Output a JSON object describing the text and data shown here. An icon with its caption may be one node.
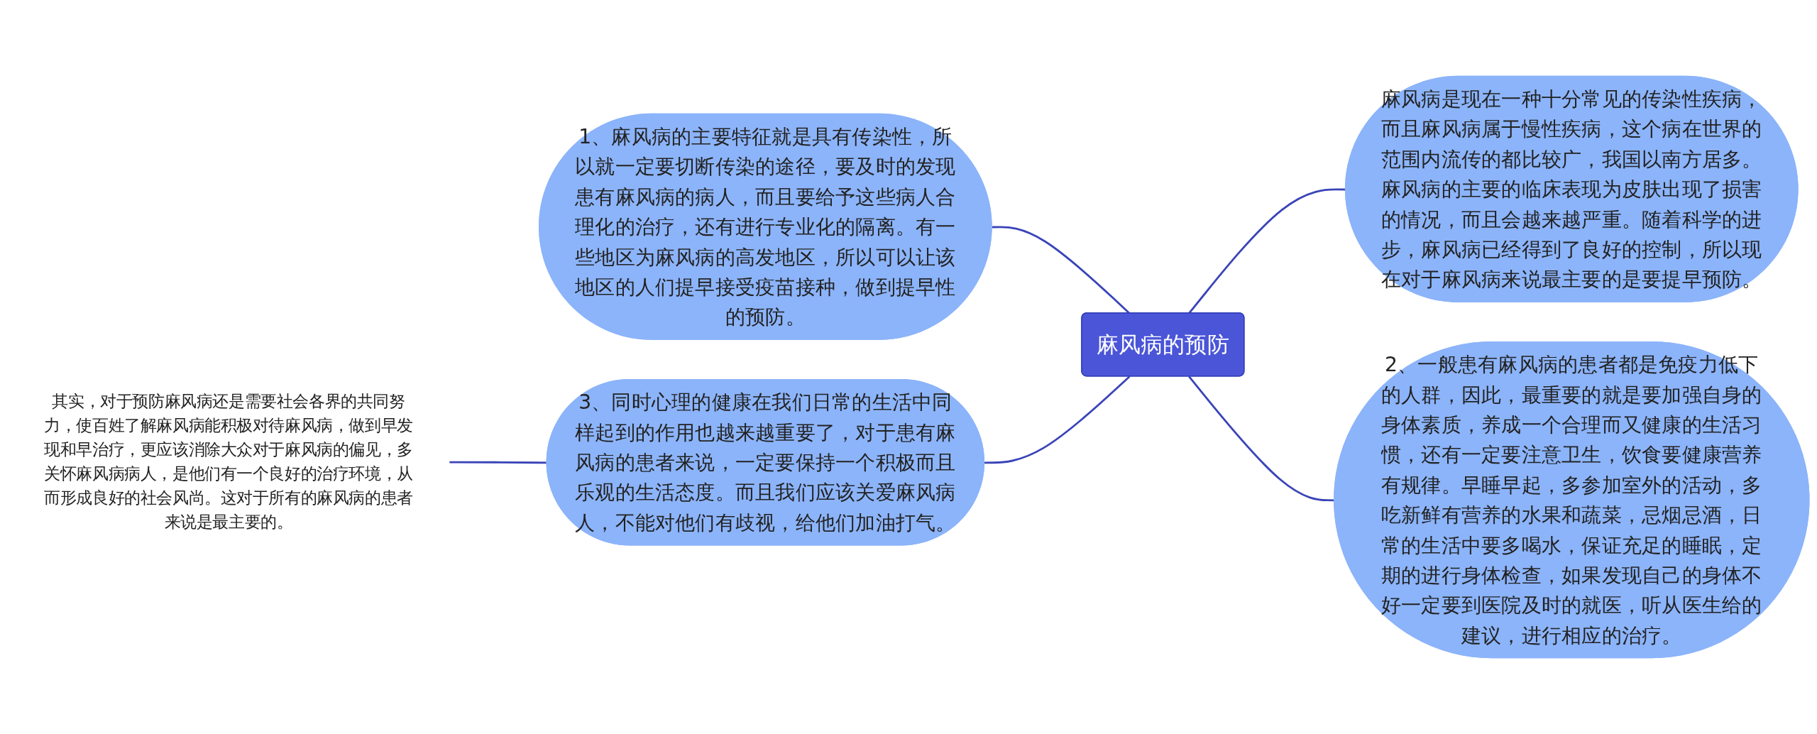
{
  "diagram": {
    "nodes": [
      {
        "text": [
          "麻风病的预防"
        ]
      },
      {
        "text": [
          "麻风病是现在一种十分常见的传染性疾病，而且麻风病属于慢性疾病，这个病在世界的范围内流传的都比较广，我国以南方居多。麻风病的主要的临床表现为皮肤出现了损害的情况，而且会越来越严重。随着科学的进步，麻风病已经得到了良好的控制，所以现在对于麻风病来说最主要的是要提早预防。"
        ]
      },
      {
        "text": [
          "2、一般患有麻风病的患者都是免疫力低下的人群，因此，最重要的就是要加强自身的身体素质，养成一个合理而又健康的生活习惯，还有一定要注意卫生，饮食要健康营养有规律。早睡早起，多参加室外的活动，多吃新鲜有营养的水果和蔬菜，忌烟忌酒，日常的生活中要多喝水，保证充足的睡眠，定期的进行身体检查，如果发现自己的身体不好一定要到医院及时的就医，听从医生给的建议，进行相应的治疗。"
        ]
      },
      {
        "text": [
          "1、麻风病的主要特征就是具有传染性，所以就一定要切断传染的途径，要及时的发现患有麻风病的病人，而且要给予这些病人合理化的治疗，还有进行专业化的隔离。有一些地区为麻风病的高发地区，所以可以让该地区的人们提早接受疫苗接种，做到提早性的预防。"
        ]
      },
      {
        "text": [
          "3、同时心理的健康在我们日常的生活中同样起到的作用也越来越重要了，对于患有麻风病的患者来说，一定要保持一个积极而且乐观的生活态度。而且我们应该关爱麻风病人，不能对他们有歧视，给他们加油打气。"
        ]
      },
      {
        "text": [
          "其实，对于预防麻风病还是需要社会各界的共同努力，使百姓了解麻风病能积极对待麻风病，做到早发现和早治疗，更应该消除大众对于麻风病的偏见，多关怀麻风病病人，是他们有一个良好的治疗环境，从而形成良好的社会风尚。这对于所有的麻风病的患者来说是最主要的。"
        ]
      }
    ],
    "edges": [
      {
        "from": 0,
        "to": 1,
        "arrow": "none"
      },
      {
        "from": 0,
        "to": 2,
        "arrow": "none"
      },
      {
        "from": 3,
        "to": 0,
        "arrow": "none"
      },
      {
        "from": 4,
        "to": 0,
        "arrow": "none"
      },
      {
        "from": 5,
        "to": 4,
        "arrow": "none"
      }
    ]
  }
}
